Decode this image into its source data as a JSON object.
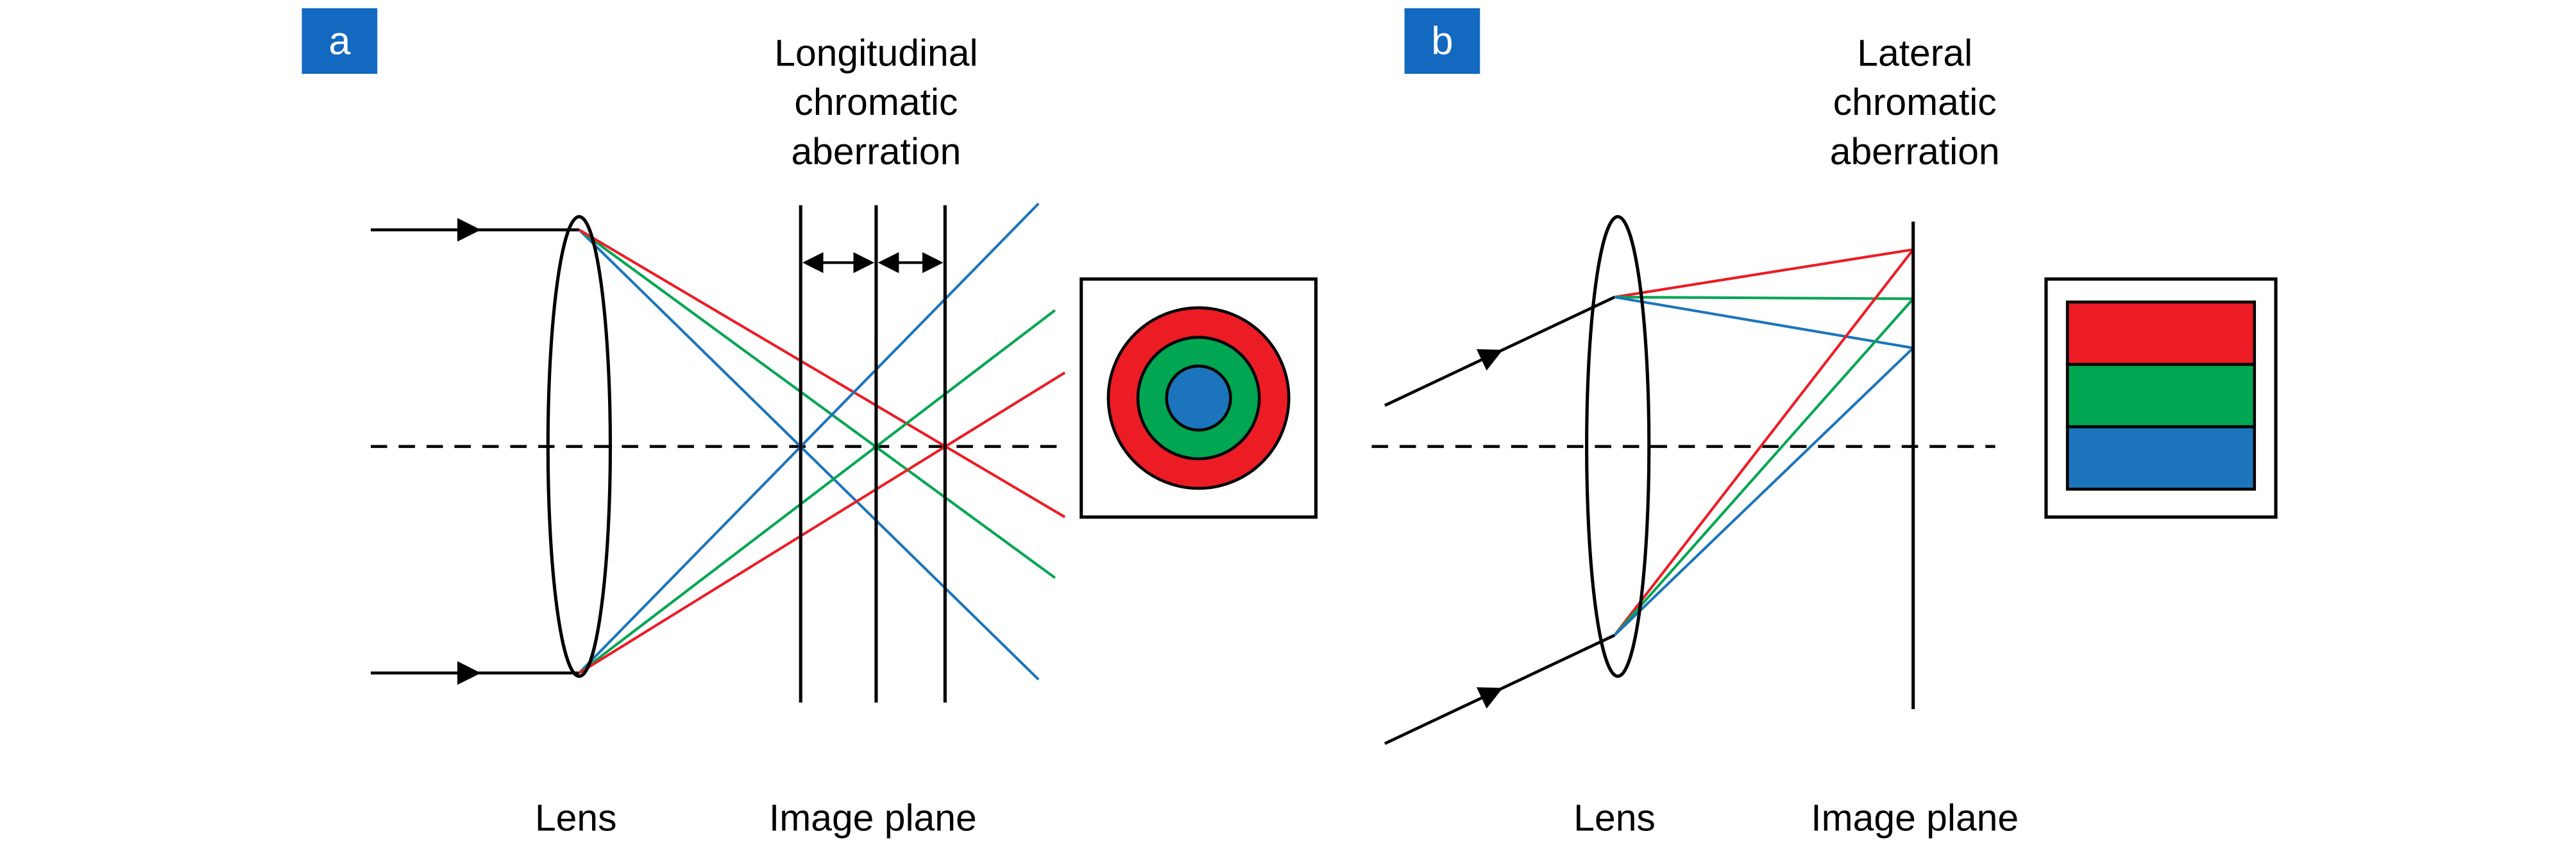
{
  "figure": {
    "panel_a": {
      "badge": "a",
      "title_line1": "Longitudinal",
      "title_line2": "chromatic",
      "title_line3": "aberration",
      "lens_label": "Lens",
      "image_plane_label": "Image plane",
      "inset_pattern": "concentric-circles-red-green-blue"
    },
    "panel_b": {
      "badge": "b",
      "title_line1": "Lateral",
      "title_line2": "chromatic",
      "title_line3": "aberration",
      "lens_label": "Lens",
      "image_plane_label": "Image plane",
      "inset_pattern": "stacked-bars-red-green-blue"
    }
  },
  "colors": {
    "red": "#ec1c24",
    "green": "#00a651",
    "blue": "#1c75bc",
    "badge_background": "#1269bf",
    "badge_text": "#ffffff",
    "line": "#000000",
    "background": "#ffffff"
  }
}
